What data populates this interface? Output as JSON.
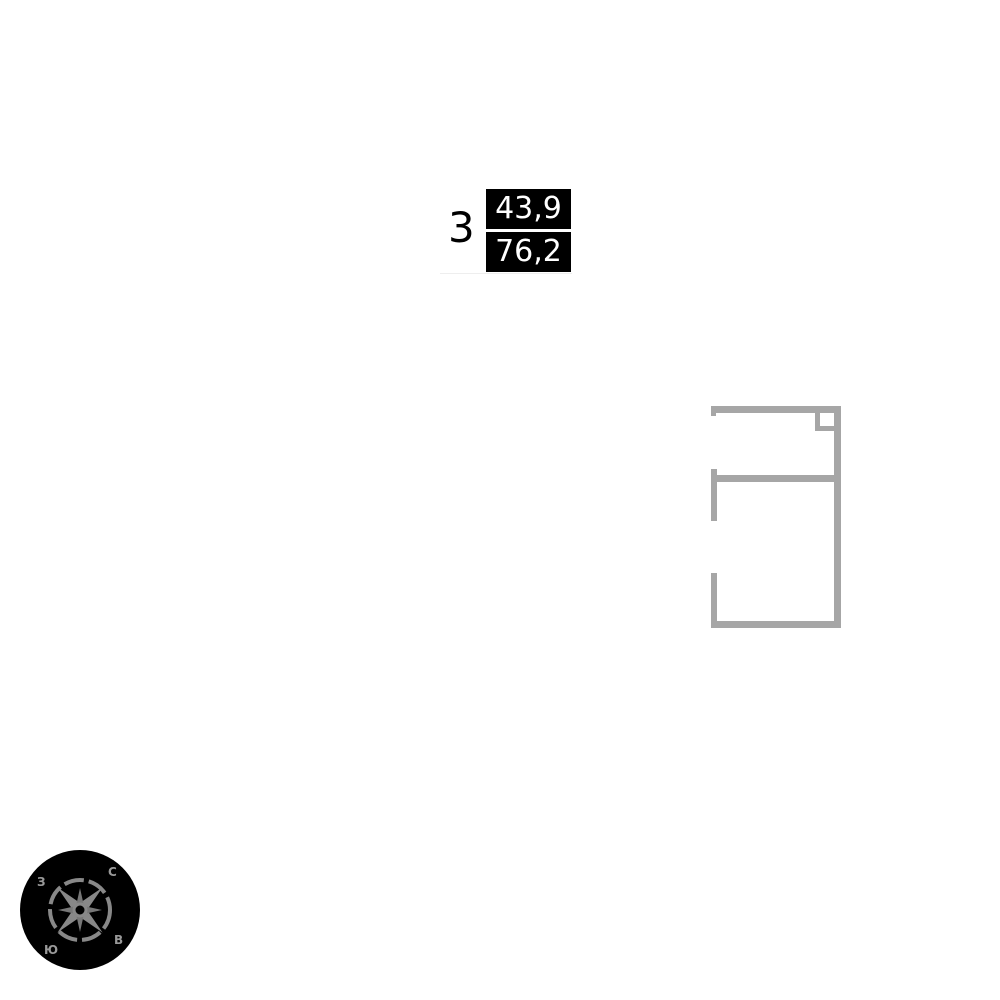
{
  "unit": {
    "rooms": "3",
    "living_area": "43,9",
    "total_area": "76,2"
  },
  "compass": {
    "north": "С",
    "east": "В",
    "south": "Ю",
    "west": "З"
  },
  "colors": {
    "wall": "#a6a6a6",
    "badge": "#000000"
  }
}
